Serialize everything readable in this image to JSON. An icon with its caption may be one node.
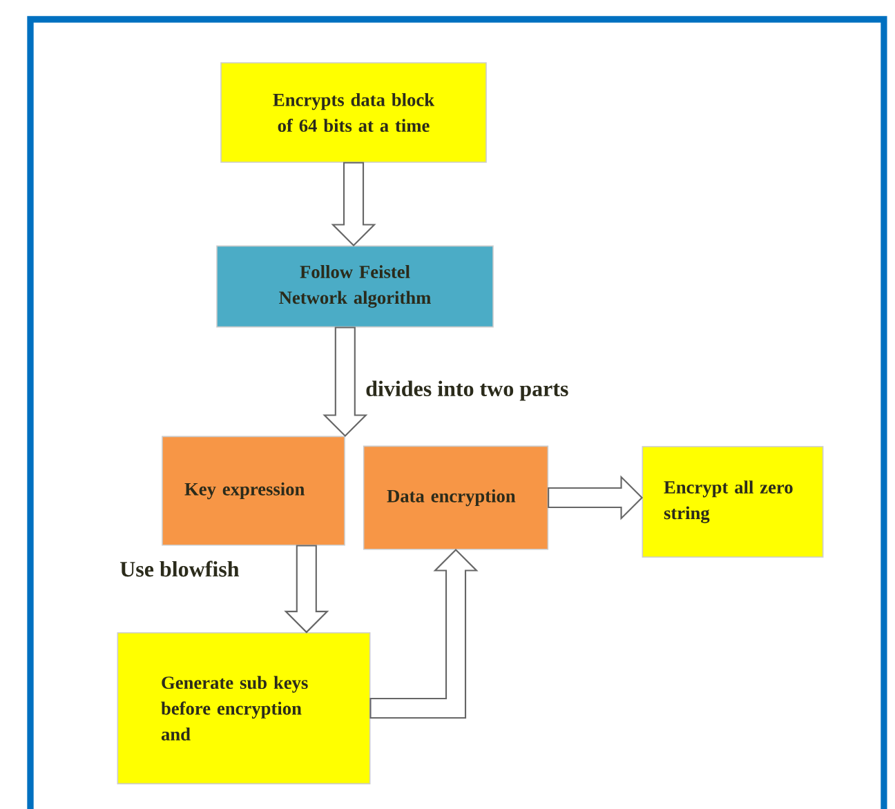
{
  "diagram": {
    "nodes": [
      {
        "text": [
          "Encrypts data block of 64 bits at a time"
        ]
      },
      {
        "text": [
          "Follow Feistel Network algorithm"
        ]
      },
      {
        "text": [
          "Key expression"
        ]
      },
      {
        "text": [
          "Data encryption"
        ]
      },
      {
        "text": [
          "Encrypt all zero string"
        ]
      },
      {
        "text": [
          "Generate sub keys before encryption and"
        ]
      }
    ],
    "edges": [
      {
        "from": 0,
        "to": 1,
        "arrow": "to"
      },
      {
        "from": 1,
        "to": 2,
        "arrow": "to",
        "label": "divides into two parts"
      },
      {
        "from": 3,
        "to": 4,
        "arrow": "to"
      },
      {
        "from": 2,
        "to": 5,
        "arrow": "to",
        "label": "Use blowfish"
      },
      {
        "from": 5,
        "to": 3,
        "arrow": "to"
      }
    ]
  }
}
